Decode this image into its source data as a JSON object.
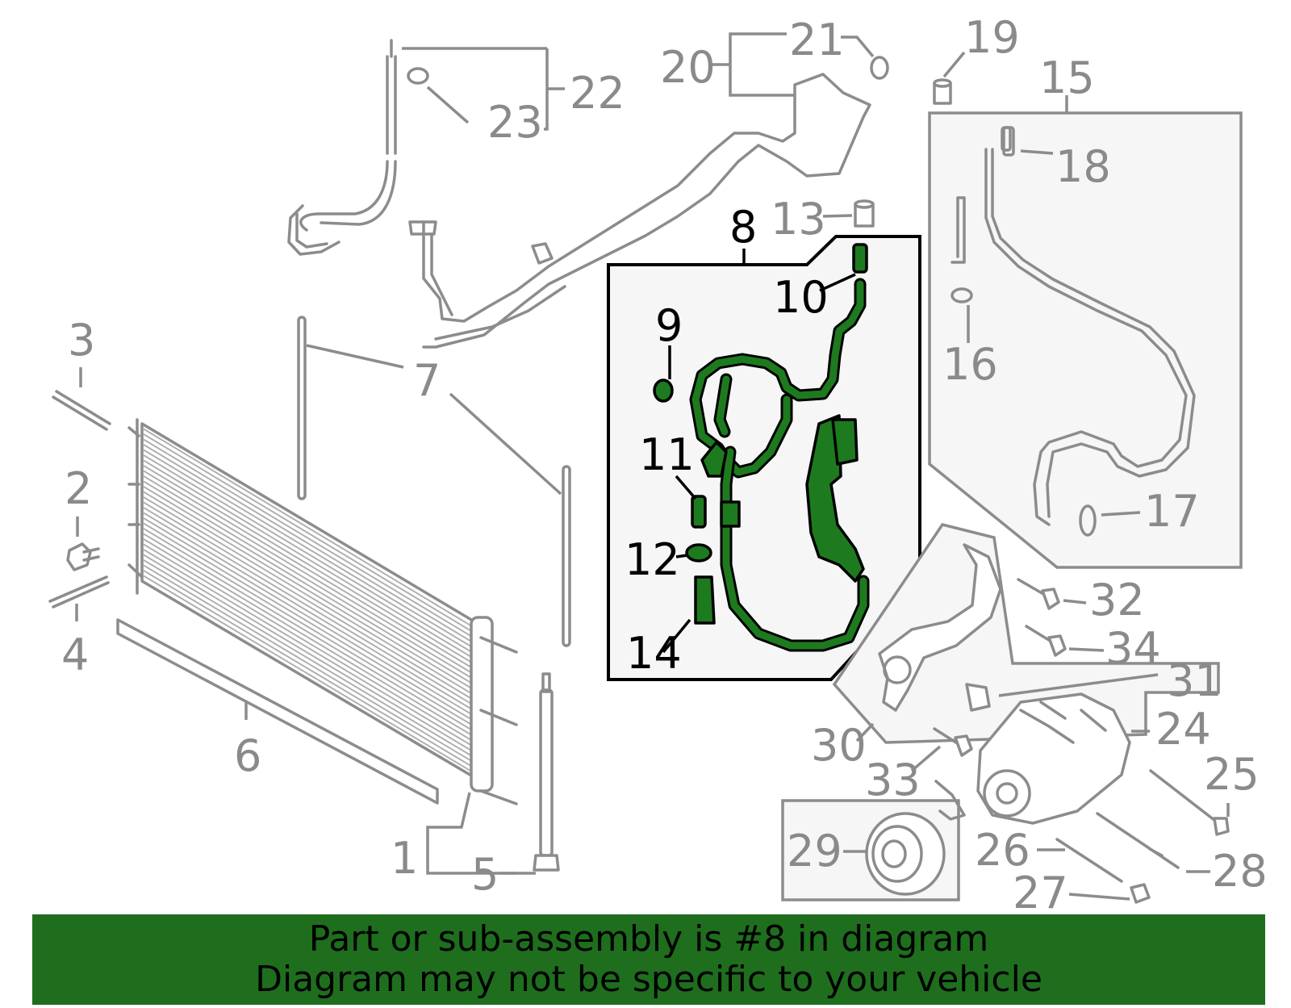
{
  "callouts": {
    "c1": "1",
    "c2": "2",
    "c3": "3",
    "c4": "4",
    "c5": "5",
    "c6": "6",
    "c7": "7",
    "c8": "8",
    "c9": "9",
    "c10": "10",
    "c11": "11",
    "c12": "12",
    "c13": "13",
    "c14": "14",
    "c15": "15",
    "c16": "16",
    "c17": "17",
    "c18": "18",
    "c19": "19",
    "c20": "20",
    "c21": "21",
    "c22": "22",
    "c23": "23",
    "c24": "24",
    "c25": "25",
    "c26": "26",
    "c27": "27",
    "c28": "28",
    "c29": "29",
    "c30": "30",
    "c31": "31",
    "c32": "32",
    "c33": "33",
    "c34": "34"
  },
  "highlighted_part": "8",
  "colors": {
    "highlight_green": "#1e7a1e",
    "banner_green": "#1e6e1e",
    "part_gray": "#8c8c8c"
  },
  "banner": {
    "line1": "Part or sub-assembly is #8 in diagram",
    "line2": "Diagram may not be specific to your vehicle"
  }
}
